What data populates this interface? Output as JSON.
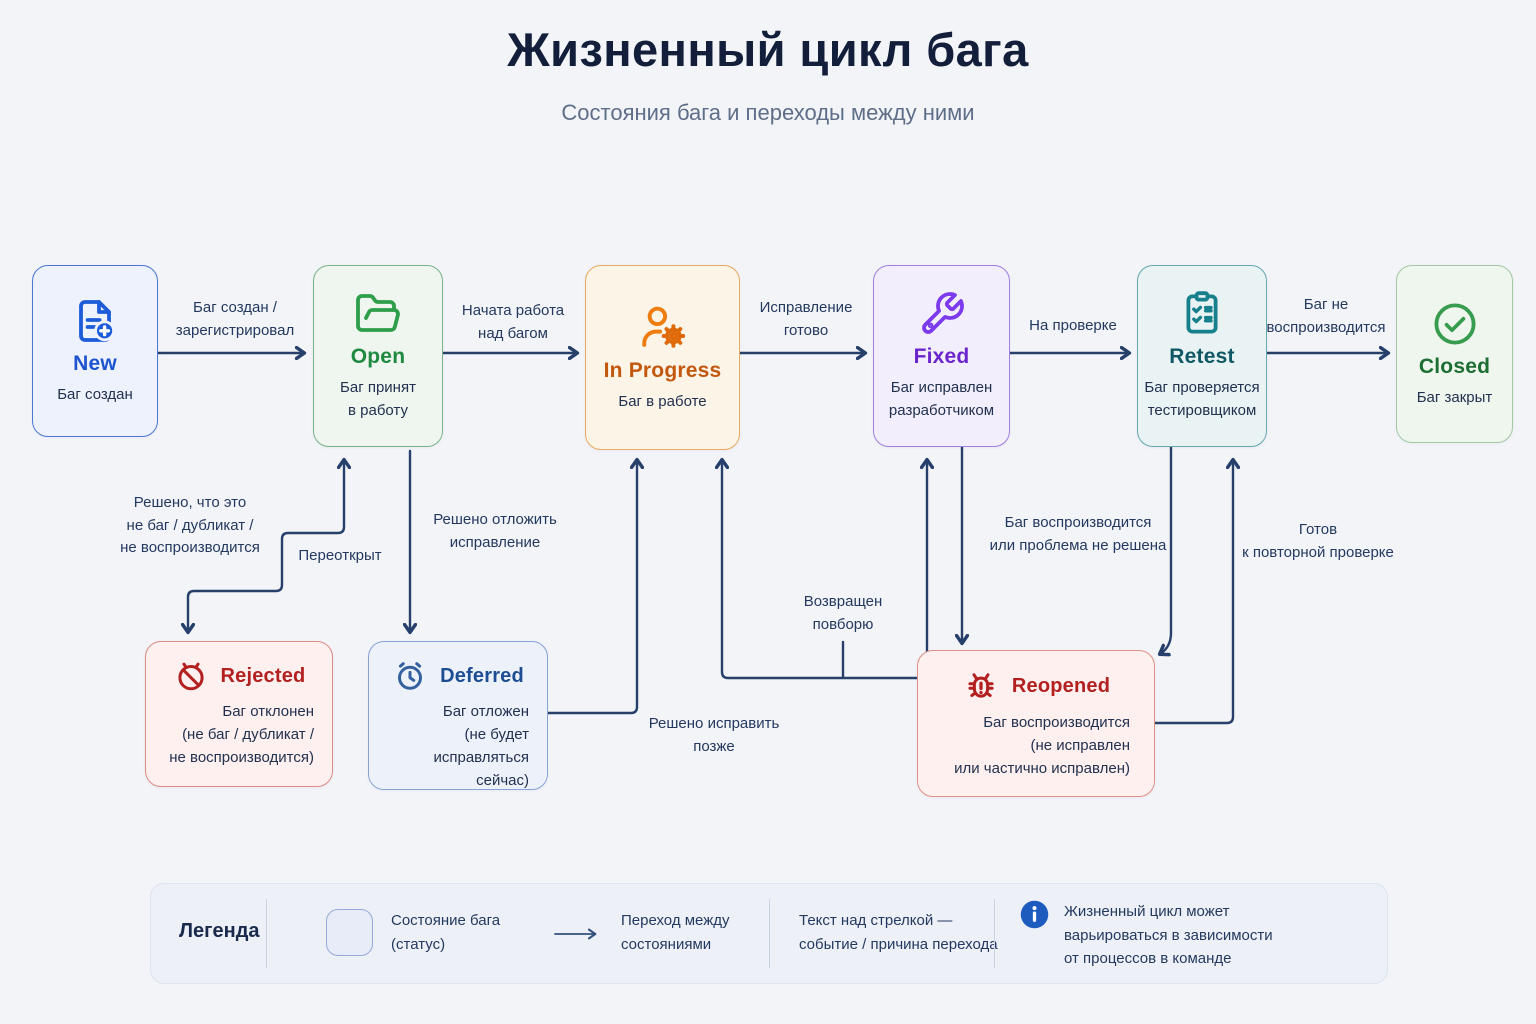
{
  "header": {
    "title": "Жизненный цикл бага",
    "subtitle": "Состояния бага и переходы между ними"
  },
  "states": [
    {
      "id": "new",
      "title": "New",
      "lines": [
        "Баг создан"
      ],
      "color": "#1d5bd8",
      "title_color": "#1d53cf",
      "bg": "#edf2fc",
      "border": "#4a76d4",
      "icon": "file-plus-icon"
    },
    {
      "id": "open",
      "title": "Open",
      "lines": [
        "Баг принят",
        "в работу"
      ],
      "color": "#2e9e4a",
      "title_color": "#1f8a3f",
      "bg": "#eef6ef",
      "border": "#79b489",
      "icon": "folder-open-icon"
    },
    {
      "id": "in-progress",
      "title": "In Progress",
      "lines": [
        "Баг в работе"
      ],
      "color": "#ee7d11",
      "title_color": "#c2570e",
      "bg": "#fbf4e7",
      "border": "#e8a960",
      "icon": "user-gear-icon"
    },
    {
      "id": "fixed",
      "title": "Fixed",
      "lines": [
        "Баг исправлен",
        "разработчиком"
      ],
      "color": "#7c3aed",
      "title_color": "#6b24cc",
      "bg": "#f2eefb",
      "border": "#a07fe0",
      "icon": "wrench-icon"
    },
    {
      "id": "retest",
      "title": "Retest",
      "lines": [
        "Баг проверяется",
        "тестировщиком"
      ],
      "color": "#17808c",
      "title_color": "#0f5864",
      "bg": "#eaf3f4",
      "border": "#66a8b0",
      "icon": "clipboard-check-icon"
    },
    {
      "id": "closed",
      "title": "Closed",
      "lines": [
        "Баг закрыт"
      ],
      "color": "#389c4e",
      "title_color": "#1d6e33",
      "bg": "#eff6ee",
      "border": "#a3c9a4",
      "icon": "check-circle-icon"
    },
    {
      "id": "rejected",
      "title": "Rejected",
      "lines": [
        "Баг отклонен",
        "(не баг / дубликат /",
        "не воспроизводится)"
      ],
      "color": "#b32020",
      "title_color": "#b32020",
      "bg": "#fdf0ee",
      "border": "#dc8c82",
      "icon": "ban-icon"
    },
    {
      "id": "deferred",
      "title": "Deferred",
      "lines": [
        "Баг отложен",
        "(не будет",
        "исправляться сейчас)"
      ],
      "color": "#34619e",
      "title_color": "#1d4d92",
      "bg": "#edf2fa",
      "border": "#86a3d4",
      "icon": "alarm-clock-icon"
    },
    {
      "id": "reopened",
      "title": "Reopened",
      "lines": [
        "Баг воспроизводится",
        "(не исправлен",
        "или частично исправлен)"
      ],
      "color": "#b32020",
      "title_color": "#b32020",
      "bg": "#fdf0ee",
      "border": "#e09187",
      "icon": "bug-alert-icon"
    }
  ],
  "transitions": [
    {
      "from": "new",
      "to": "open",
      "lines": [
        "Баг создан /",
        "зарегистрировал"
      ]
    },
    {
      "from": "open",
      "to": "in-progress",
      "lines": [
        "Начата работа",
        "над багом"
      ]
    },
    {
      "from": "in-progress",
      "to": "fixed",
      "lines": [
        "Исправление",
        "готово"
      ]
    },
    {
      "from": "fixed",
      "to": "retest",
      "lines": [
        "На проверке"
      ]
    },
    {
      "from": "retest",
      "to": "closed",
      "lines": [
        "Баг не",
        "воспроизводится"
      ]
    },
    {
      "from": "open",
      "to": "rejected",
      "lines": [
        "Решено, что это",
        "не баг / дубликат /",
        "не воспроизводится"
      ]
    },
    {
      "from": "rejected",
      "to": "open",
      "lines": [
        "Переоткрыт"
      ]
    },
    {
      "from": "open",
      "to": "deferred",
      "lines": [
        "Решено отложить",
        "исправление"
      ]
    },
    {
      "from": "deferred",
      "to": "in-progress",
      "lines": [
        "Решено исправить",
        "позже"
      ]
    },
    {
      "from": "reopened",
      "to": "in-progress",
      "lines": [
        "Возвращен",
        "повборю"
      ]
    },
    {
      "from": "retest",
      "to": "reopened",
      "lines": [
        "Баг воспроизводится",
        "или проблема не решена"
      ]
    },
    {
      "from": "reopened",
      "to": "retest",
      "lines": [
        "Готов",
        "к повторной проверке"
      ]
    },
    {
      "from": "fixed",
      "to": "reopened",
      "lines": []
    }
  ],
  "legend": {
    "title": "Легенда",
    "items": [
      {
        "icon": "state-swatch",
        "lines": [
          "Состояние бага",
          "(статус)"
        ]
      },
      {
        "icon": "transition-arrow",
        "lines": [
          "Переход между",
          "состояниями"
        ]
      },
      {
        "icon": "",
        "lines": [
          "Текст над стрелкой —",
          "событие / причина перехода"
        ]
      },
      {
        "icon": "info-icon",
        "lines": [
          "Жизненный цикл может",
          "варьироваться в зависимости",
          "от процессов в команде"
        ]
      }
    ]
  },
  "colors": {
    "background": "#f2f4f8",
    "connector": "#26406b",
    "label_text": "#24395f",
    "title_text": "#131f3a",
    "subtitle_text": "#5f6e88",
    "info_badge": "#1d5bbf"
  }
}
